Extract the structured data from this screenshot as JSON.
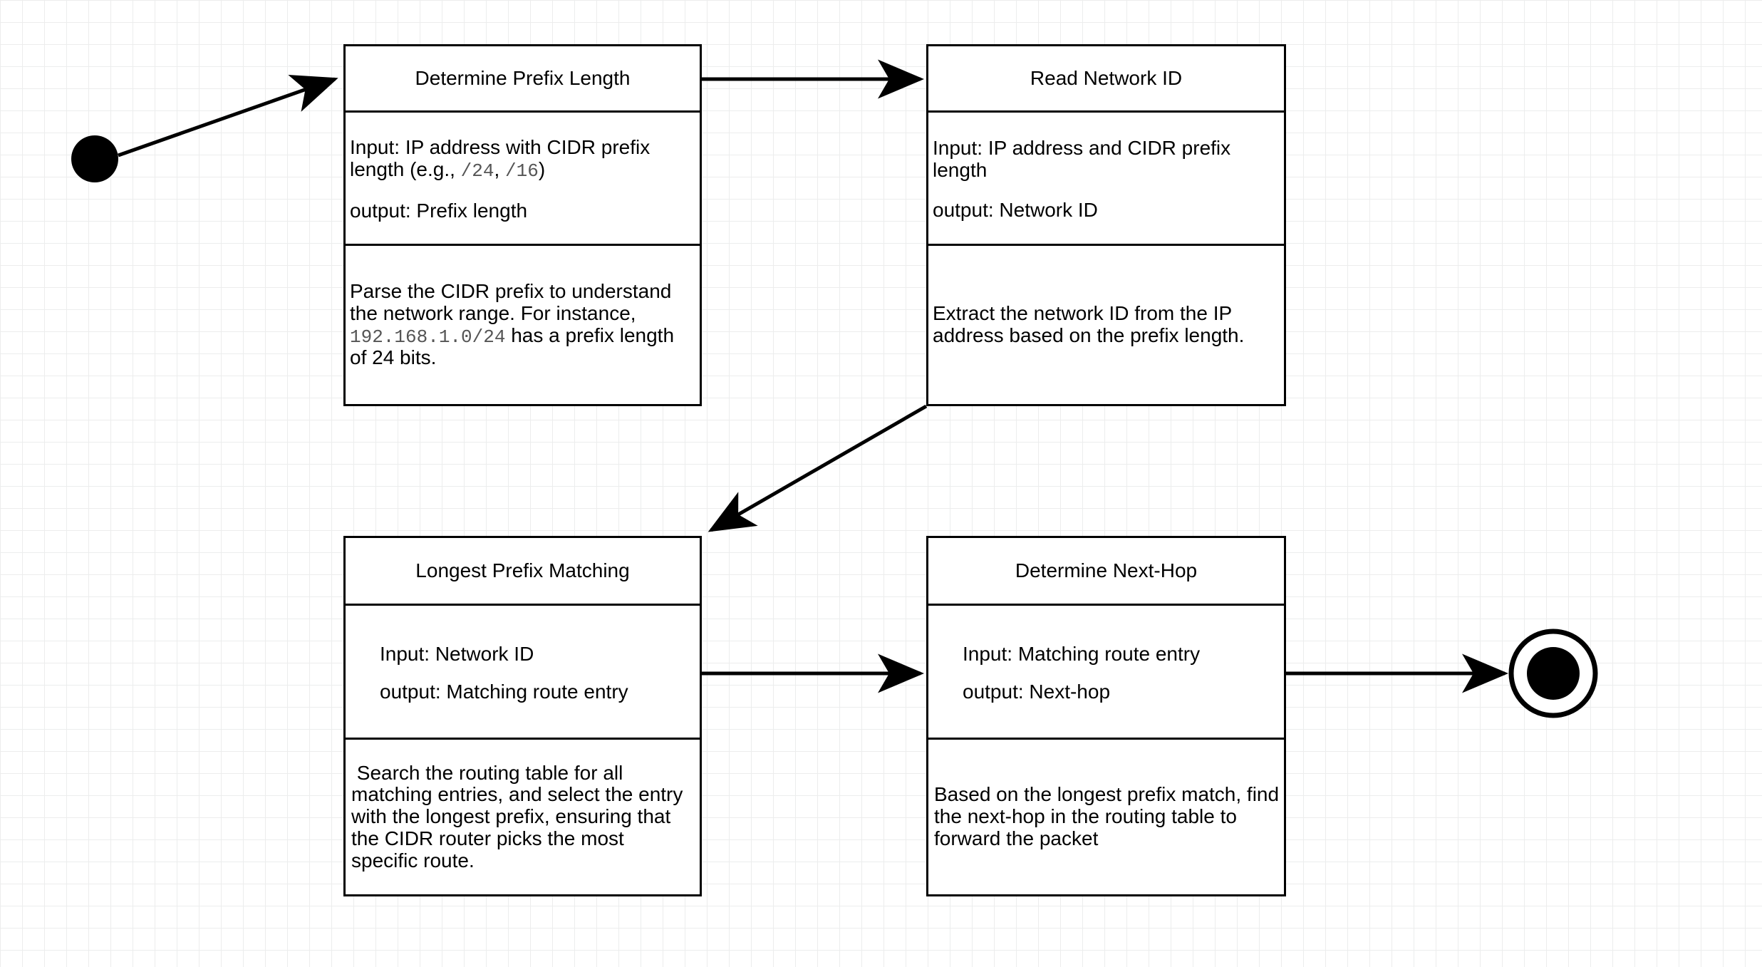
{
  "diagram": {
    "title_semantic": "cidr-routing-flowchart",
    "background": {
      "grid_minor_color": "#eceded",
      "grid_major_color": "#dcdddd",
      "page_color": "#ffffff"
    },
    "stroke_color": "#000000",
    "code_color": "#555555"
  },
  "nodes": [
    {
      "id": "determine-prefix-length",
      "title": "Determine Prefix Length",
      "io": {
        "input_prefix": "Input: IP address with CIDR prefix length (e.g., ",
        "code_1": "/24",
        "io_mid": ", ",
        "code_2": "/16",
        "input_suffix": ")",
        "output": "output: Prefix length"
      },
      "description_prefix": "Parse the CIDR prefix to understand the network range. For instance, ",
      "description_code": "192.168.1.0/24",
      "description_suffix": " has a prefix length of 24 bits."
    },
    {
      "id": "read-network-id",
      "title": "Read Network ID",
      "io": {
        "input": "Input: IP address and CIDR prefix length",
        "output": "output: Network ID"
      },
      "description": "Extract the network ID from the IP address based on the prefix length."
    },
    {
      "id": "longest-prefix-matching",
      "title": "Longest Prefix Matching",
      "io": {
        "input": "Input: Network ID",
        "output": "output: Matching route entry"
      },
      "description": " Search the routing table for all matching entries, and select the entry with the longest prefix, ensuring that the CIDR router picks the most specific route."
    },
    {
      "id": "determine-next-hop",
      "title": "Determine Next-Hop",
      "io": {
        "input": "Input: Matching route entry",
        "output": "output: Next-hop"
      },
      "description": "Based on the longest prefix match, find the next-hop in the routing table to forward the packet"
    }
  ],
  "terminals": {
    "start": {
      "label": "start-node",
      "shape": "filled-circle"
    },
    "end": {
      "label": "end-node",
      "shape": "ring-with-filled-circle"
    }
  },
  "edges": [
    {
      "id": "start-to-prefix-length",
      "from": "start-node",
      "to": "determine-prefix-length"
    },
    {
      "id": "prefix-length-to-network",
      "from": "determine-prefix-length",
      "to": "read-network-id"
    },
    {
      "id": "network-to-lpm",
      "from": "read-network-id",
      "to": "longest-prefix-matching"
    },
    {
      "id": "lpm-to-next-hop",
      "from": "longest-prefix-matching",
      "to": "determine-next-hop"
    },
    {
      "id": "next-hop-to-end",
      "from": "determine-next-hop",
      "to": "end-node"
    }
  ]
}
